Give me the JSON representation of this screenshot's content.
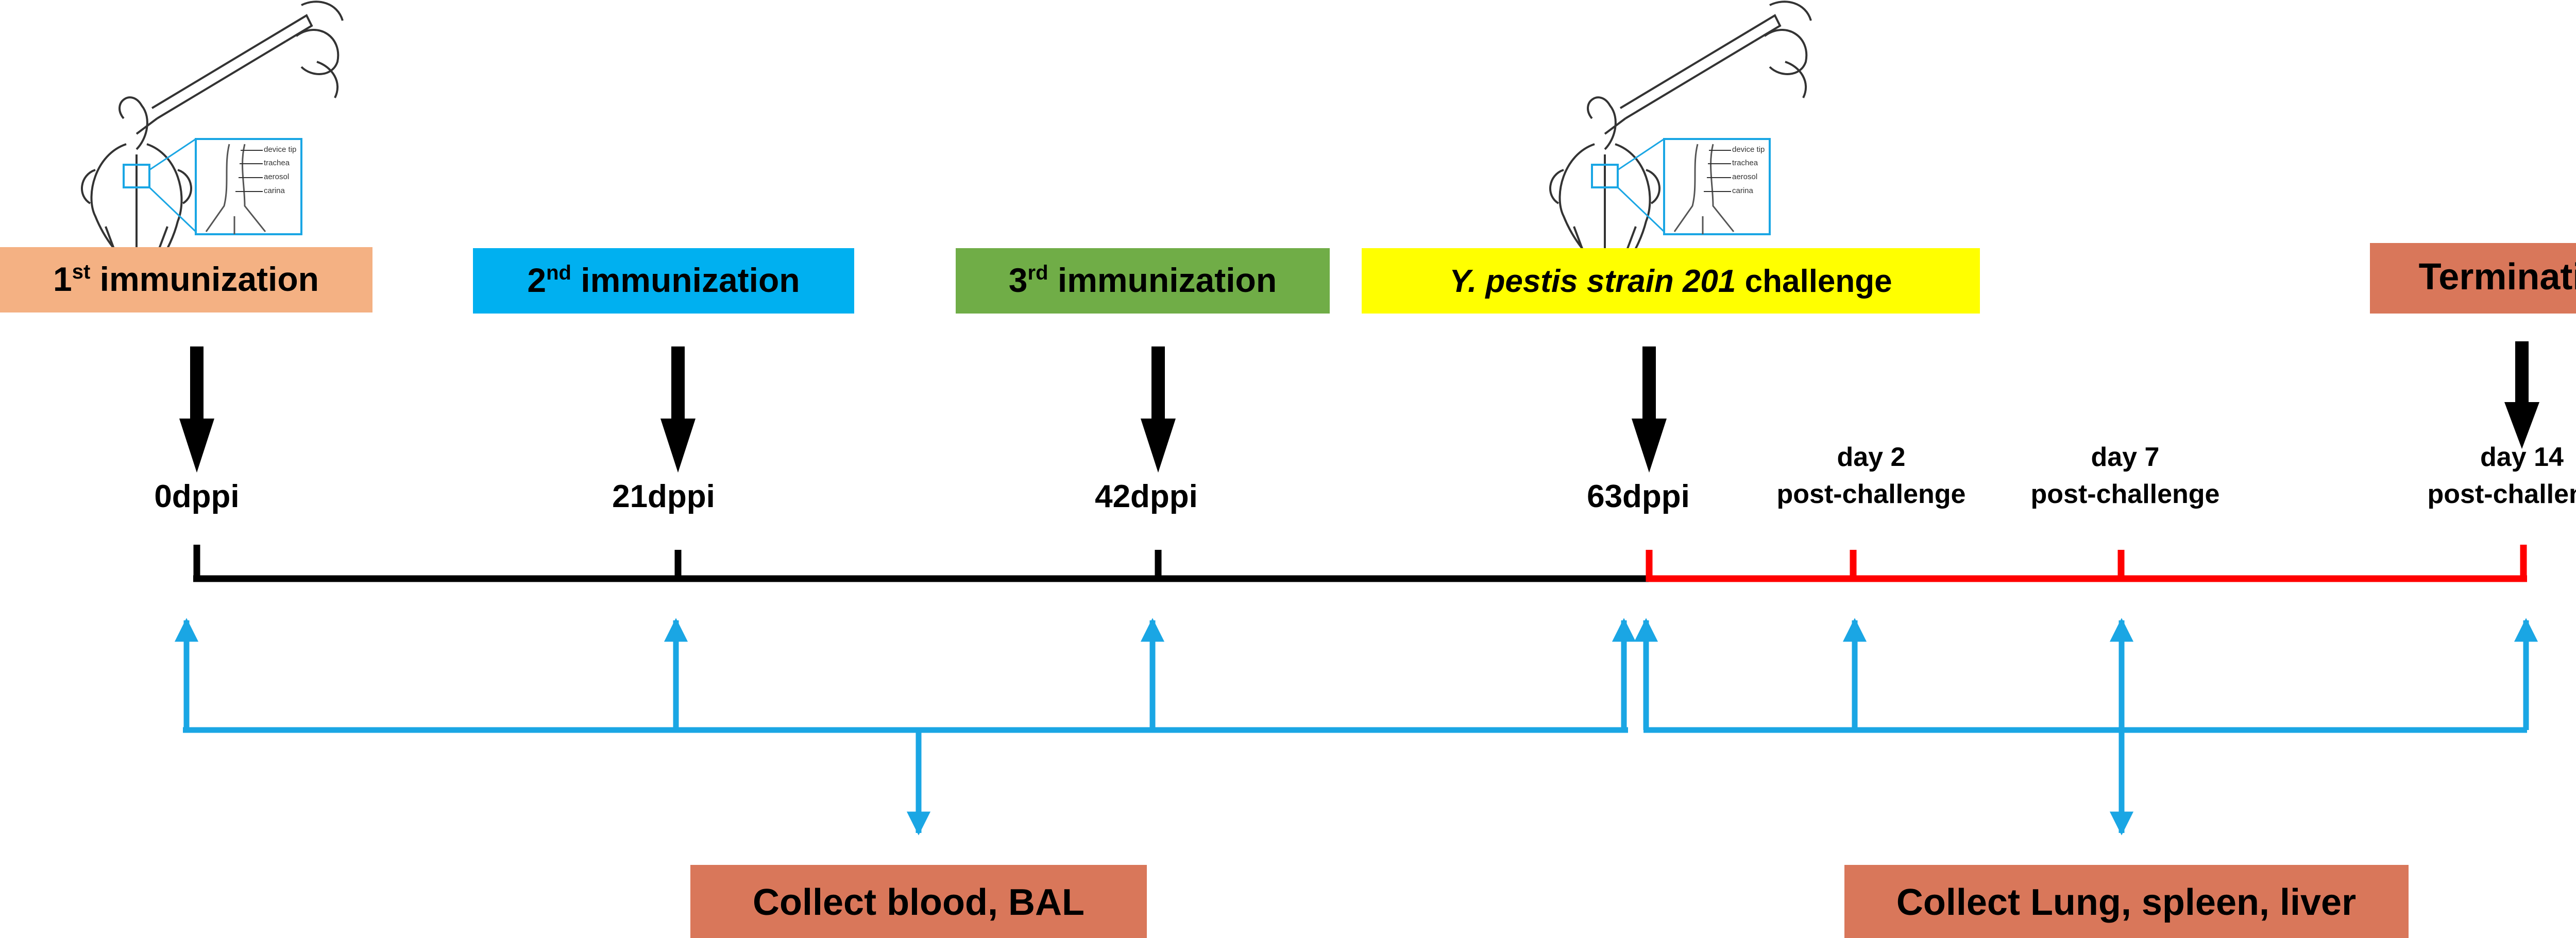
{
  "colors": {
    "black": "#000000",
    "red": "#ff0000",
    "blue": "#1aa6e4",
    "peach": "#f4b183",
    "sky": "#00b0f0",
    "green": "#70ad47",
    "yellow": "#ffff00",
    "terracotta": "#d9775a"
  },
  "illustration": {
    "icon": "mouse-intratracheal-instillation-icon",
    "inset_labels": [
      "device tip",
      "trachea",
      "aerosol",
      "carina"
    ]
  },
  "stages": [
    {
      "id": "imm1",
      "pre": "1",
      "sup": "st",
      "post": " immunization",
      "fill": "#f4b183"
    },
    {
      "id": "imm2",
      "pre": "2",
      "sup": "nd",
      "post": " immunization",
      "fill": "#00b0f0"
    },
    {
      "id": "imm3",
      "pre": "3",
      "sup": "rd",
      "post": " immunization",
      "fill": "#70ad47"
    },
    {
      "id": "challenge",
      "italic": "Y. pestis strain 201",
      "post": " challenge",
      "fill": "#ffff00"
    },
    {
      "id": "termination",
      "text": "Termination",
      "fill": "#d9775a"
    }
  ],
  "timepoints": [
    {
      "id": "d0",
      "label": "0dppi"
    },
    {
      "id": "d21",
      "label": "21dppi"
    },
    {
      "id": "d42",
      "label": "42dppi"
    },
    {
      "id": "d63",
      "label": "63dppi"
    },
    {
      "id": "pc2",
      "line1": "day 2",
      "line2": "post-challenge"
    },
    {
      "id": "pc7",
      "line1": "day 7",
      "line2": "post-challenge"
    },
    {
      "id": "pc14",
      "line1": "day 14",
      "line2": "post-challenge"
    }
  ],
  "collections": [
    {
      "id": "blood",
      "label": "Collect blood, BAL",
      "fill": "#d9775a"
    },
    {
      "id": "organs",
      "label": "Collect Lung, spleen, liver",
      "fill": "#d9775a"
    }
  ]
}
